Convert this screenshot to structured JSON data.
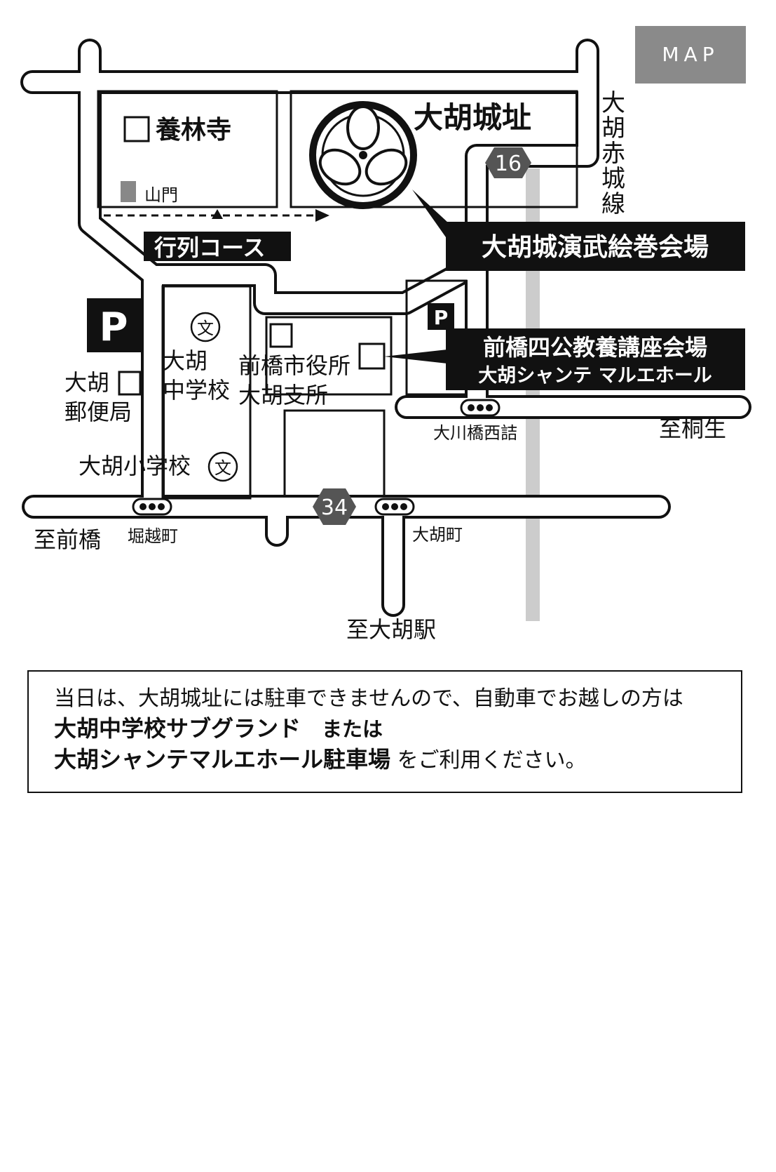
{
  "map_tag": "MAP",
  "places": {
    "temple": "養林寺",
    "gate": "山門",
    "castle_ruins": "大胡城址",
    "parade_course": "行列コース",
    "venue_main": "大胡城演武絵巻会場",
    "venue_lecture_line1": "前橋四公教養講座会場",
    "venue_lecture_line2": "大胡シャンテ マルエホール",
    "rail_line": "大胡赤城線",
    "route_16": "16",
    "route_34": "34",
    "parking": "P",
    "middle_school_l1": "大胡",
    "middle_school_l2": "中学校",
    "city_office_l1": "前橋市役所",
    "city_office_l2": "大胡支所",
    "post_office_l1": "大胡",
    "post_office_l2": "郵便局",
    "elementary_school": "大胡小学校",
    "school_symbol": "文",
    "signal_okawabashi": "大川橋西詰",
    "signal_horikoshi": "堀越町",
    "signal_ogomachi": "大胡町",
    "to_kiryu": "至桐生",
    "to_maebashi": "至前橋",
    "to_ogo_station": "至大胡駅"
  },
  "notice": {
    "line1": "当日は、大胡城址には駐車できませんので、自動車でお越しの方は",
    "line2_bold": "大胡中学校サブグランド",
    "line2_rest": "または",
    "line3_bold": "大胡シャンテマルエホール駐車場",
    "line3_rest": "をご利用ください。"
  },
  "colors": {
    "ink": "#111111",
    "map_tag_bg": "#8a8a8a",
    "rail": "#cccccc",
    "gate": "#888888"
  }
}
